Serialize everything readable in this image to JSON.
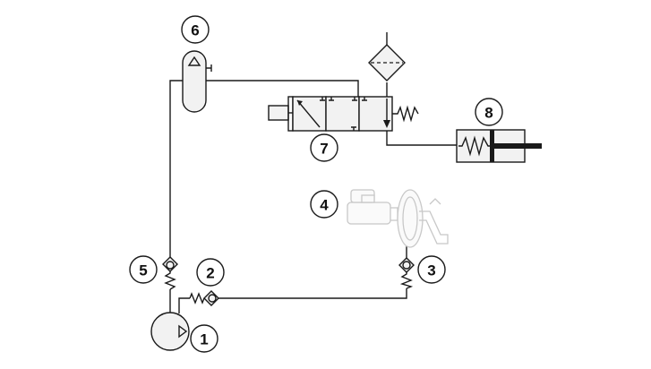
{
  "labels": {
    "pump": "1",
    "check_valve_2": "2",
    "check_valve_3": "3",
    "brake_booster": "4",
    "check_valve_5": "5",
    "accumulator": "6",
    "solenoid_valve": "7",
    "actuator": "8"
  },
  "colors": {
    "line": "#1a1a1a",
    "fill": "#f2f2f2",
    "faint": "#c8c8c8",
    "background": "#ffffff"
  }
}
